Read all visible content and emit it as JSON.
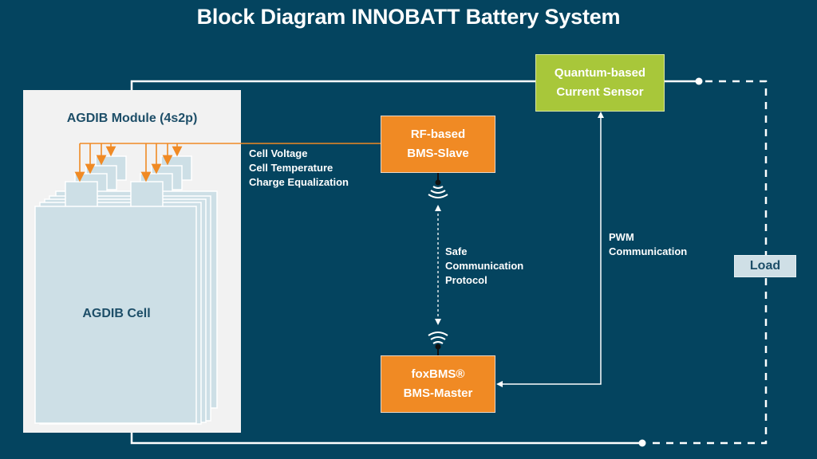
{
  "title": "Block Diagram INNOBATT Battery System",
  "module": {
    "title": "AGDIB Module (4s2p)",
    "cell_label": "AGDIB Cell"
  },
  "cell_info": [
    "Cell Voltage",
    "Cell Temperature",
    "Charge Equalization"
  ],
  "bms_slave": {
    "line1": "RF-based",
    "line2": "BMS-Slave"
  },
  "bms_master": {
    "line1": "foxBMS®",
    "line2": "BMS-Master"
  },
  "current_sensor": {
    "line1": "Quantum-based",
    "line2": "Current Sensor"
  },
  "safe_comm": [
    "Safe",
    "Communication",
    "Protocol"
  ],
  "pwm_comm": [
    "PWM",
    "Communication"
  ],
  "load": "Load",
  "colors": {
    "background": "#04445f",
    "orange": "#f08a24",
    "green": "#a8c73a",
    "cell_fill": "#cddfe6",
    "module_panel": "#f2f2f2",
    "dark_text": "#1d4e68"
  }
}
